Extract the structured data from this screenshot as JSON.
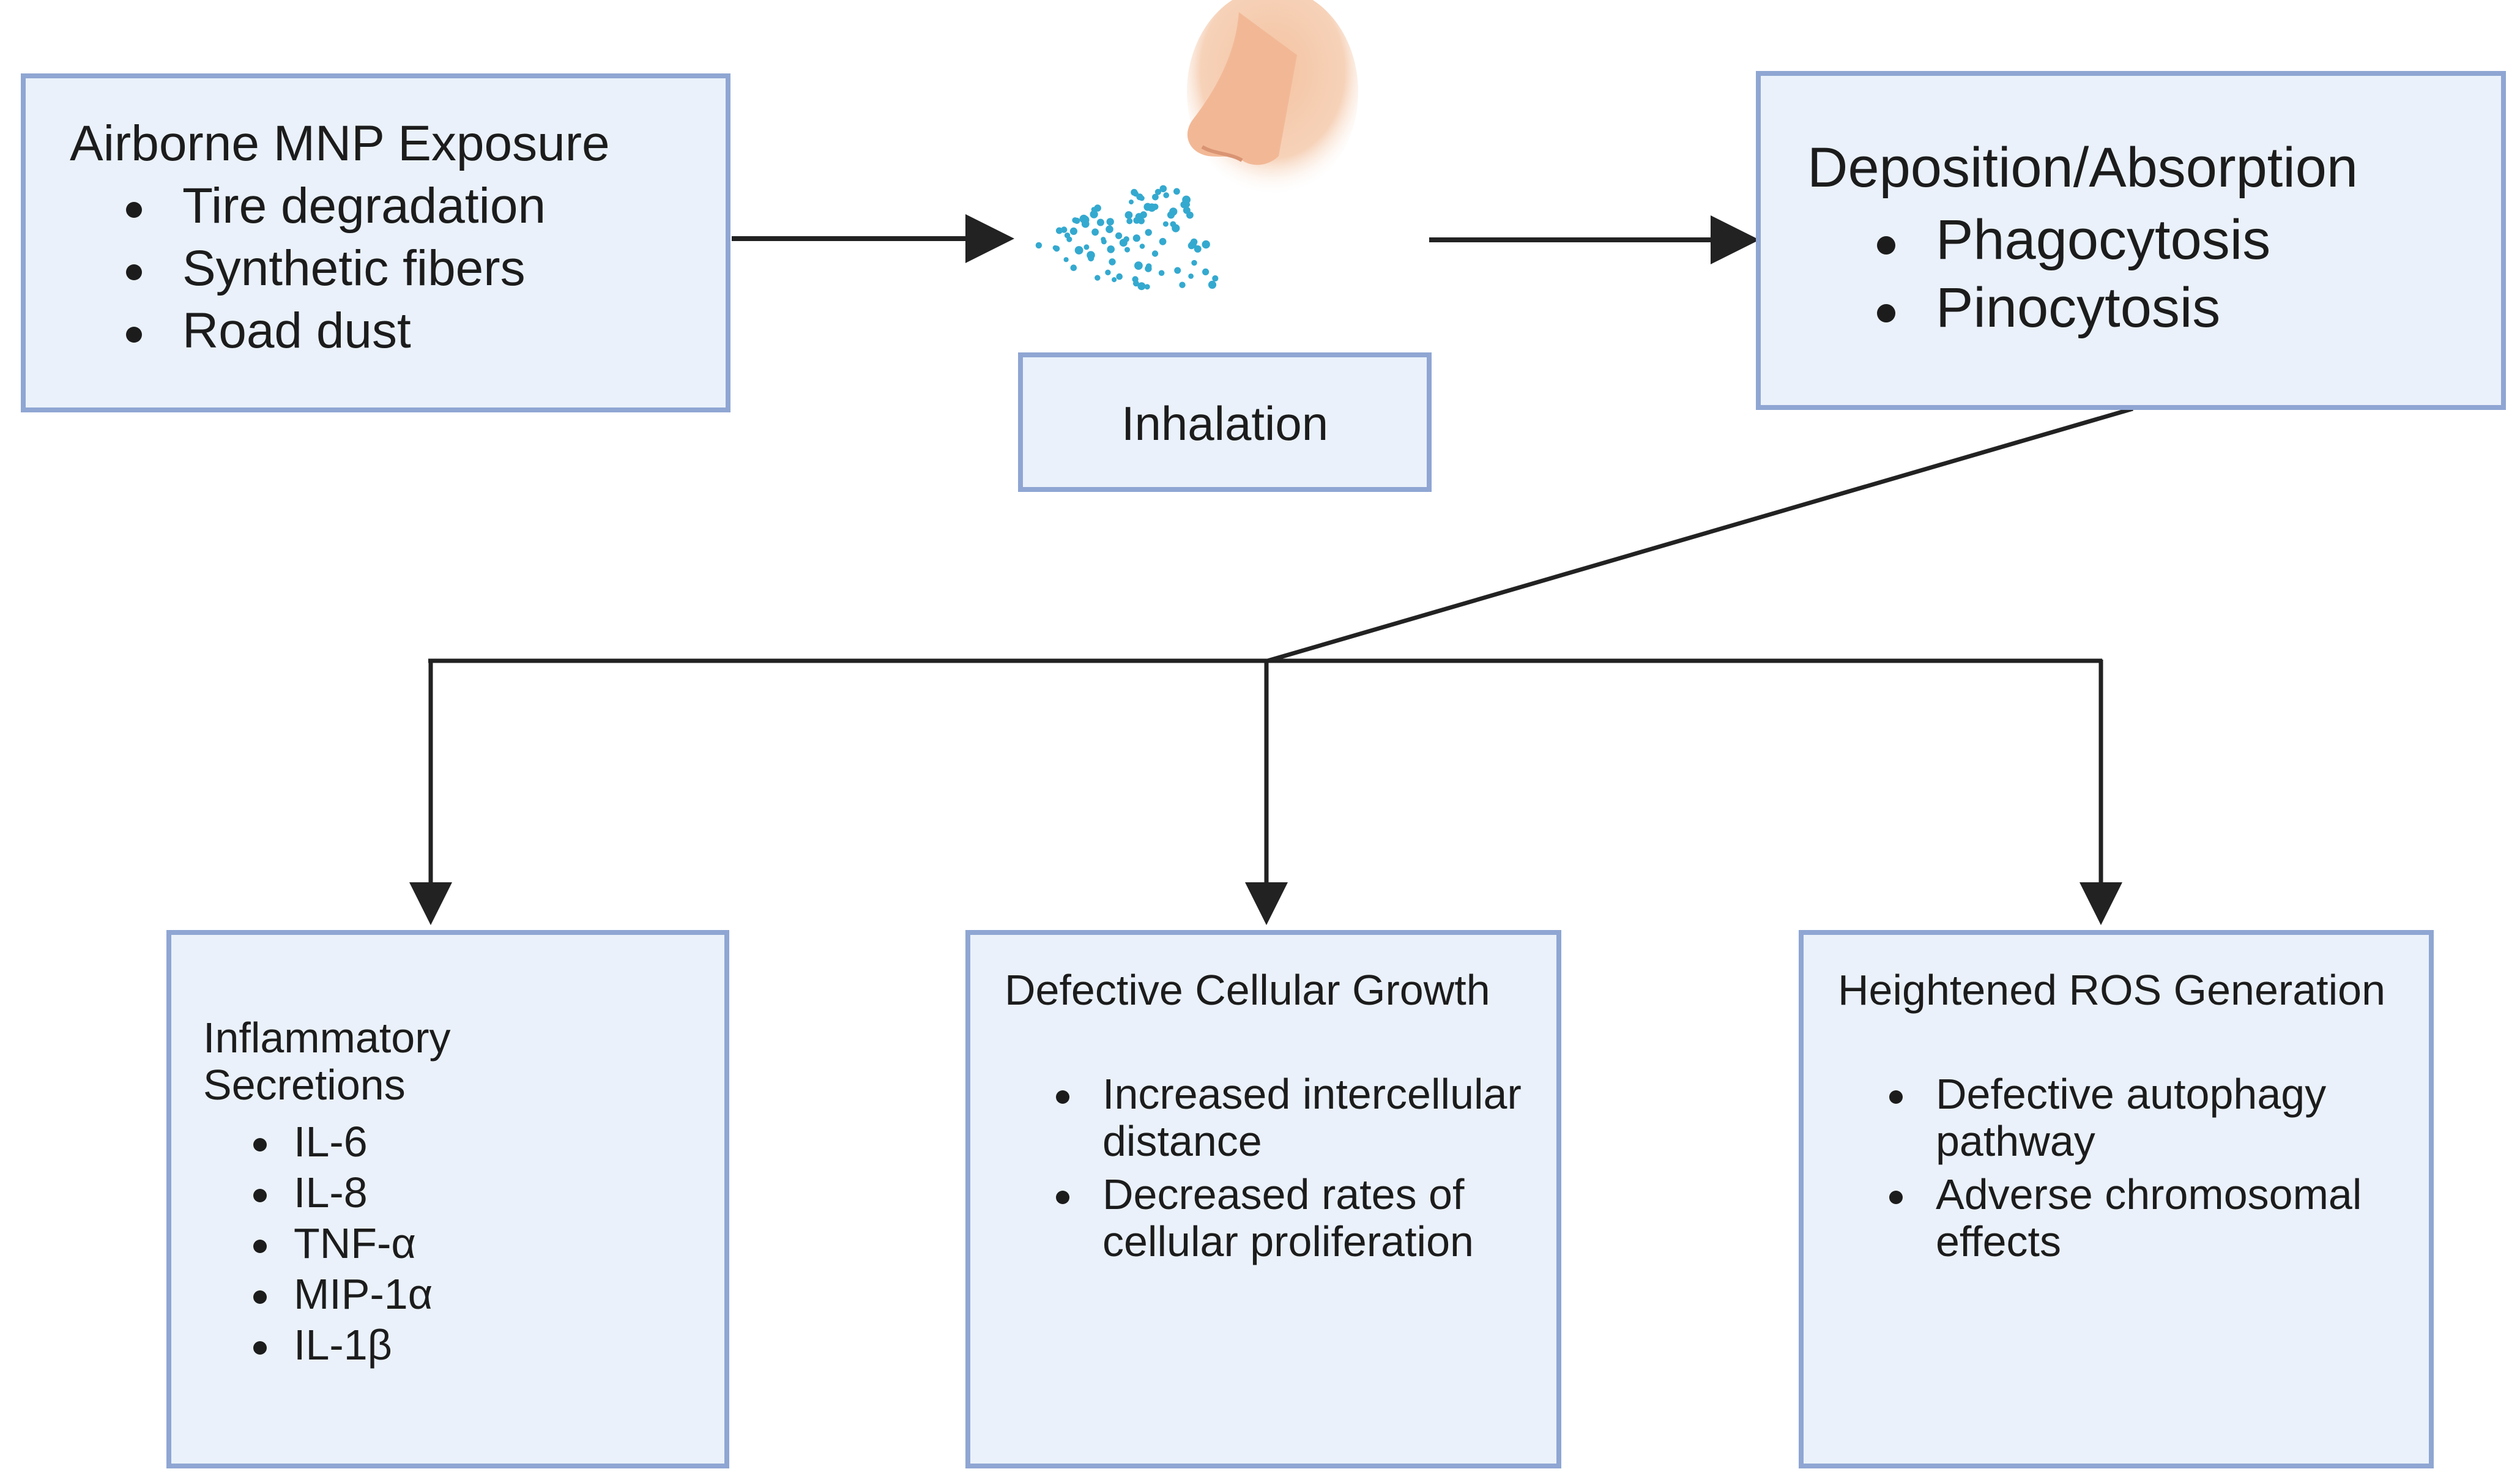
{
  "exposure": {
    "title": "Airborne MNP Exposure",
    "items": [
      "Tire degradation",
      "Synthetic fibers",
      "Road dust"
    ]
  },
  "inhalation": {
    "title": "Inhalation"
  },
  "deposition": {
    "title": "Deposition/Absorption",
    "items": [
      "Phagocytosis",
      "Pinocytosis"
    ]
  },
  "inflammatory": {
    "title": "Inflammatory Secretions",
    "items": [
      "IL-6",
      "IL-8",
      "TNF-α",
      "MIP-1α",
      "IL-1β"
    ]
  },
  "growth": {
    "title": "Defective Cellular Growth",
    "items": [
      "Increased intercellular distance",
      "Decreased rates of cellular proliferation"
    ]
  },
  "ros": {
    "title": "Heightened ROS Generation",
    "items": [
      "Defective autophagy pathway",
      "Adverse chromosomal effects"
    ]
  },
  "colors": {
    "box_fill": "#eaf1fa",
    "box_border": "#8fa6d3",
    "arrow": "#222222",
    "particles": "#34a9cf",
    "skin": "#f2c2a0"
  },
  "icons": {
    "nose": "nose-icon",
    "particles": "particle-spray-icon"
  }
}
